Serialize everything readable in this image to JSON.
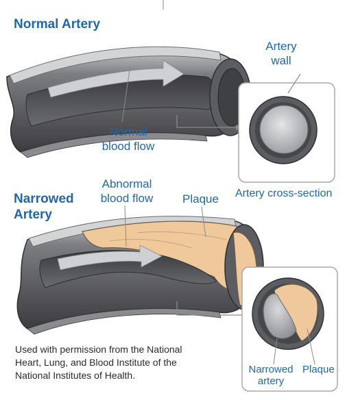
{
  "colors": {
    "label_blue": "#1f67ab",
    "artery_dark": "#4f4f53",
    "artery_light": "#bfc0c3",
    "plaque": "#efc99b",
    "frame": "#a9a9a9"
  },
  "normal_artery": {
    "heading": "Normal Artery",
    "wall_label_line1": "Artery",
    "wall_label_line2": "wall",
    "flow_label_line1": "Normal",
    "flow_label_line2": "blood flow",
    "cross_section_label": "Artery cross-section"
  },
  "narrowed_artery": {
    "heading_line1": "Narrowed",
    "heading_line2": "Artery",
    "flow_label_line1": "Abnormal",
    "flow_label_line2": "blood flow",
    "plaque_label": "Plaque",
    "cs_narrowed_line1": "Narrowed",
    "cs_narrowed_line2": "artery",
    "cs_plaque_label": "Plaque"
  },
  "credit": {
    "line1": "Used with permission from the National",
    "line2": "Heart, Lung, and Blood Institute of the",
    "line3": "National Institutes of Health."
  }
}
